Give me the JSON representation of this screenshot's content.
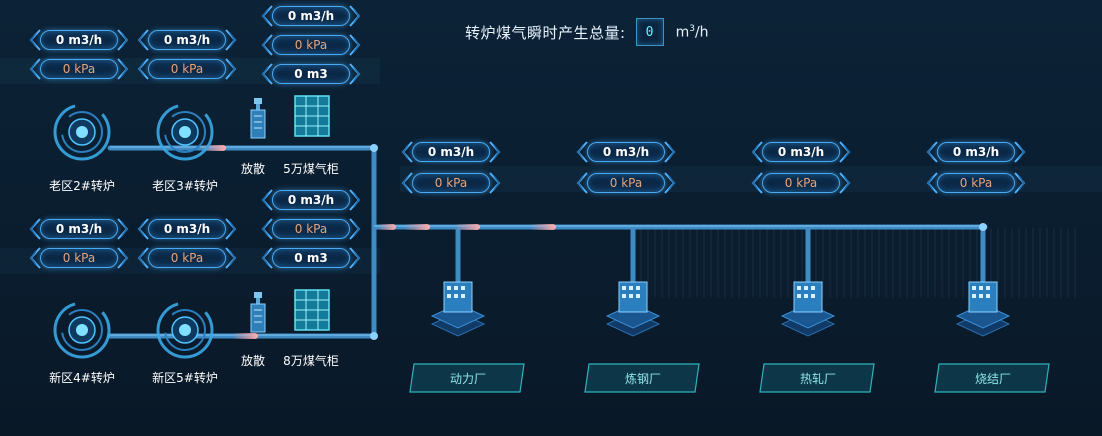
{
  "header": {
    "label": "转炉煤气瞬时产生总量:",
    "value": "0",
    "unit": "m3/h"
  },
  "group_top": {
    "converter_a": {
      "label": "老区2#转炉",
      "flow": "0 m3/h",
      "pressure": "0 kPa"
    },
    "converter_b": {
      "label": "老区3#转炉",
      "flow": "0 m3/h",
      "pressure": "0 kPa"
    },
    "tank": {
      "flow": "0 m3/h",
      "pressure": "0 kPa",
      "volume": "0 m3"
    },
    "vent_label": "放散",
    "holder_label": "5万煤气柜"
  },
  "group_bottom": {
    "converter_a": {
      "label": "新区4#转炉",
      "flow": "0 m3/h",
      "pressure": "0 kPa"
    },
    "converter_b": {
      "label": "新区5#转炉",
      "flow": "0 m3/h",
      "pressure": "0 kPa"
    },
    "tank": {
      "flow": "0 m3/h",
      "pressure": "0 kPa",
      "volume": "0 m3"
    },
    "vent_label": "放散",
    "holder_label": "8万煤气柜"
  },
  "consumers": [
    {
      "label": "动力厂",
      "flow": "0 m3/h",
      "pressure": "0 kPa"
    },
    {
      "label": "炼钢厂",
      "flow": "0 m3/h",
      "pressure": "0 kPa"
    },
    {
      "label": "热轧厂",
      "flow": "0 m3/h",
      "pressure": "0 kPa"
    },
    {
      "label": "烧结厂",
      "flow": "0 m3/h",
      "pressure": "0 kPa"
    }
  ],
  "colors": {
    "pipe": "#3f8cc4",
    "pipe_glow": "#8bd0ff",
    "flow_highlight": "#ff8a8a",
    "value_text": "#ffffff",
    "pressure_text": "#e9a37a",
    "tag_text": "#8fe6e6",
    "badge_border": "#4aa9f0"
  },
  "icons": {
    "converter": "converter-gauge-icon",
    "vent": "vent-stack-icon",
    "holder": "gas-holder-icon",
    "factory": "factory-building-icon"
  }
}
